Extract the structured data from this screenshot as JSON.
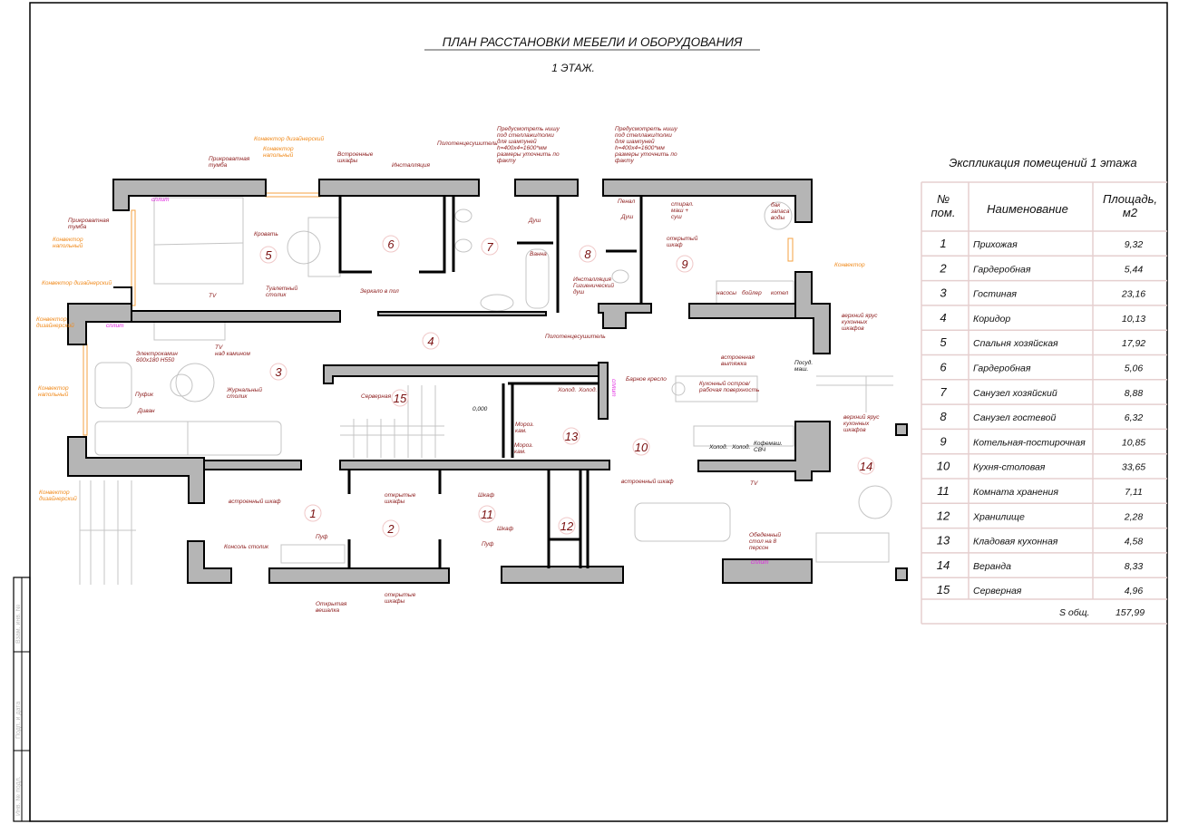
{
  "title": "ПЛАН РАССТАНОВКИ МЕБЕЛИ И ОБОРУДОВАНИЯ",
  "subtitle": "1 ЭТАЖ.",
  "stamp": [
    "Взам. инв. №",
    "Подп. и дата",
    "Инв. № подл."
  ],
  "rooms": [
    "1",
    "2",
    "3",
    "4",
    "5",
    "6",
    "7",
    "8",
    "9",
    "10",
    "11",
    "12",
    "13",
    "14",
    "15"
  ],
  "notes": [
    {
      "color": "orange",
      "lines": [
        "Конвектор дизайнерский"
      ]
    },
    {
      "color": "orange",
      "lines": [
        "Конвектор",
        "напольный"
      ]
    },
    {
      "color": "red",
      "lines": [
        "Прикроватная",
        "тумба"
      ]
    },
    {
      "color": "red",
      "lines": [
        "Встроенные",
        "шкафы"
      ]
    },
    {
      "color": "red",
      "lines": [
        "Инсталляция"
      ]
    },
    {
      "color": "red",
      "lines": [
        "Полотенцесушитель"
      ]
    },
    {
      "color": "red",
      "lines": [
        "Предусмотреть нишу",
        "под стеллажи/полки",
        "для шампуней",
        "h=400x4=1600*мм",
        "размеры уточнить по",
        "факту"
      ]
    },
    {
      "color": "red",
      "lines": [
        "Предусмотреть нишу",
        "под стеллажи/полки",
        "для шампуней",
        "h=400x4=1600*мм",
        "размеры уточнить по",
        "факту"
      ]
    },
    {
      "color": "red",
      "lines": [
        "Прикроватная",
        "тумба"
      ]
    },
    {
      "color": "orange",
      "lines": [
        "Конвектор",
        "напольный"
      ]
    },
    {
      "color": "red",
      "lines": [
        "Кровать"
      ]
    },
    {
      "color": "orange",
      "lines": [
        "Конвектор дизайнерский"
      ]
    },
    {
      "color": "red",
      "lines": [
        "Туалетный",
        "столик"
      ]
    },
    {
      "color": "red",
      "lines": [
        "Зеркало в пол"
      ]
    },
    {
      "color": "orange",
      "lines": [
        "Конвектор",
        "дизайнерский"
      ]
    },
    {
      "color": "red",
      "lines": [
        "TV"
      ]
    },
    {
      "color": "red",
      "lines": [
        "Душ"
      ]
    },
    {
      "color": "red",
      "lines": [
        "Ванна"
      ]
    },
    {
      "color": "red",
      "lines": [
        "Пенал"
      ]
    },
    {
      "color": "red",
      "lines": [
        "Душ"
      ]
    },
    {
      "color": "red",
      "lines": [
        "Инсталляция",
        "Гигиенический",
        "душ"
      ]
    },
    {
      "color": "red",
      "lines": [
        "Полотенцесушитель"
      ]
    },
    {
      "color": "red",
      "lines": [
        "стирал.",
        "маш +",
        "суш"
      ]
    },
    {
      "color": "red",
      "lines": [
        "открытый",
        "шкаф"
      ]
    },
    {
      "color": "red",
      "lines": [
        "бак",
        "запаса",
        "воды"
      ]
    },
    {
      "color": "orange",
      "lines": [
        "Конвектор"
      ]
    },
    {
      "color": "red",
      "lines": [
        "насосы"
      ]
    },
    {
      "color": "red",
      "lines": [
        "бойлер"
      ]
    },
    {
      "color": "red",
      "lines": [
        "котел"
      ]
    },
    {
      "color": "red",
      "lines": [
        "верхний ярус",
        "кухонных",
        "шкафов"
      ]
    },
    {
      "color": "magenta",
      "lines": [
        "сплит"
      ]
    },
    {
      "color": "red",
      "lines": [
        "Электрокамин",
        "600x180 H550"
      ]
    },
    {
      "color": "red",
      "lines": [
        "TV",
        "над камином"
      ]
    },
    {
      "color": "red",
      "lines": [
        "Пуфик"
      ]
    },
    {
      "color": "red",
      "lines": [
        "Диван"
      ]
    },
    {
      "color": "red",
      "lines": [
        "Журнальный",
        "столик"
      ]
    },
    {
      "color": "orange",
      "lines": [
        "Конвектор",
        "напольный"
      ]
    },
    {
      "color": "orange",
      "lines": [
        "Конвектор",
        "дизайнерский"
      ]
    },
    {
      "color": "red",
      "lines": [
        "встроенный шкаф"
      ]
    },
    {
      "color": "red",
      "lines": [
        "Консоль столик"
      ]
    },
    {
      "color": "red",
      "lines": [
        "Пуф"
      ]
    },
    {
      "color": "red",
      "lines": [
        "Открытая",
        "вешалка"
      ]
    },
    {
      "color": "red",
      "lines": [
        "открытые",
        "шкафы"
      ]
    },
    {
      "color": "red",
      "lines": [
        "открытые",
        "шкафы"
      ]
    },
    {
      "color": "red",
      "lines": [
        "Серверная"
      ]
    },
    {
      "color": "black",
      "lines": [
        "0,000"
      ]
    },
    {
      "color": "red",
      "lines": [
        "Холод."
      ]
    },
    {
      "color": "red",
      "lines": [
        "Холод."
      ]
    },
    {
      "color": "red",
      "lines": [
        "Мороз.",
        "кам."
      ]
    },
    {
      "color": "red",
      "lines": [
        "Мороз.",
        "кам."
      ]
    },
    {
      "color": "red",
      "lines": [
        "Шкаф"
      ]
    },
    {
      "color": "red",
      "lines": [
        "Шкаф"
      ]
    },
    {
      "color": "red",
      "lines": [
        "Пуф"
      ]
    },
    {
      "color": "magenta",
      "lines": [
        "сплит"
      ]
    },
    {
      "color": "red",
      "lines": [
        "Барное кресло"
      ]
    },
    {
      "color": "red",
      "lines": [
        "Кухонный остров/",
        "рабочая поверхность"
      ]
    },
    {
      "color": "red",
      "lines": [
        "встроенная",
        "вытяжка"
      ]
    },
    {
      "color": "black",
      "lines": [
        "Посуд.",
        "маш."
      ]
    },
    {
      "color": "black",
      "lines": [
        "Холод."
      ]
    },
    {
      "color": "black",
      "lines": [
        "Холод."
      ]
    },
    {
      "color": "black",
      "lines": [
        "Кофемаш.",
        "СВЧ"
      ]
    },
    {
      "color": "red",
      "lines": [
        "верхний ярус",
        "кухонных",
        "шкафов"
      ]
    },
    {
      "color": "red",
      "lines": [
        "встроенный шкаф"
      ]
    },
    {
      "color": "red",
      "lines": [
        "TV"
      ]
    },
    {
      "color": "red",
      "lines": [
        "Обеденный",
        "стол на 8",
        "персон"
      ]
    },
    {
      "color": "magenta",
      "lines": [
        "сплит"
      ]
    },
    {
      "color": "magenta",
      "lines": [
        "сплит"
      ]
    }
  ],
  "table": {
    "title": "Экспликация помещений 1 этажа",
    "headers": {
      "num": [
        "№",
        "пом."
      ],
      "name": "Наименование",
      "area": [
        "Площадь,",
        "м2"
      ]
    },
    "rows": [
      {
        "num": "1",
        "name": "Прихожая",
        "area": "9,32"
      },
      {
        "num": "2",
        "name": "Гардеробная",
        "area": "5,44"
      },
      {
        "num": "3",
        "name": "Гостиная",
        "area": "23,16"
      },
      {
        "num": "4",
        "name": "Коридор",
        "area": "10,13"
      },
      {
        "num": "5",
        "name": "Спальня хозяйская",
        "area": "17,92"
      },
      {
        "num": "6",
        "name": "Гардеробная",
        "area": "5,06"
      },
      {
        "num": "7",
        "name": "Санузел хозяйский",
        "area": "8,88"
      },
      {
        "num": "8",
        "name": "Санузел гостевой",
        "area": "6,32"
      },
      {
        "num": "9",
        "name": "Котельная-постирочная",
        "area": "10,85"
      },
      {
        "num": "10",
        "name": "Кухня-столовая",
        "area": "33,65"
      },
      {
        "num": "11",
        "name": "Комната хранения",
        "area": "7,11"
      },
      {
        "num": "12",
        "name": "Хранилище",
        "area": "2,28"
      },
      {
        "num": "13",
        "name": "Кладовая кухонная",
        "area": "4,58"
      },
      {
        "num": "14",
        "name": "Веранда",
        "area": "8,33"
      },
      {
        "num": "15",
        "name": "Серверная",
        "area": "4,96"
      }
    ],
    "total_label": "S общ.",
    "total_value": "157,99"
  }
}
